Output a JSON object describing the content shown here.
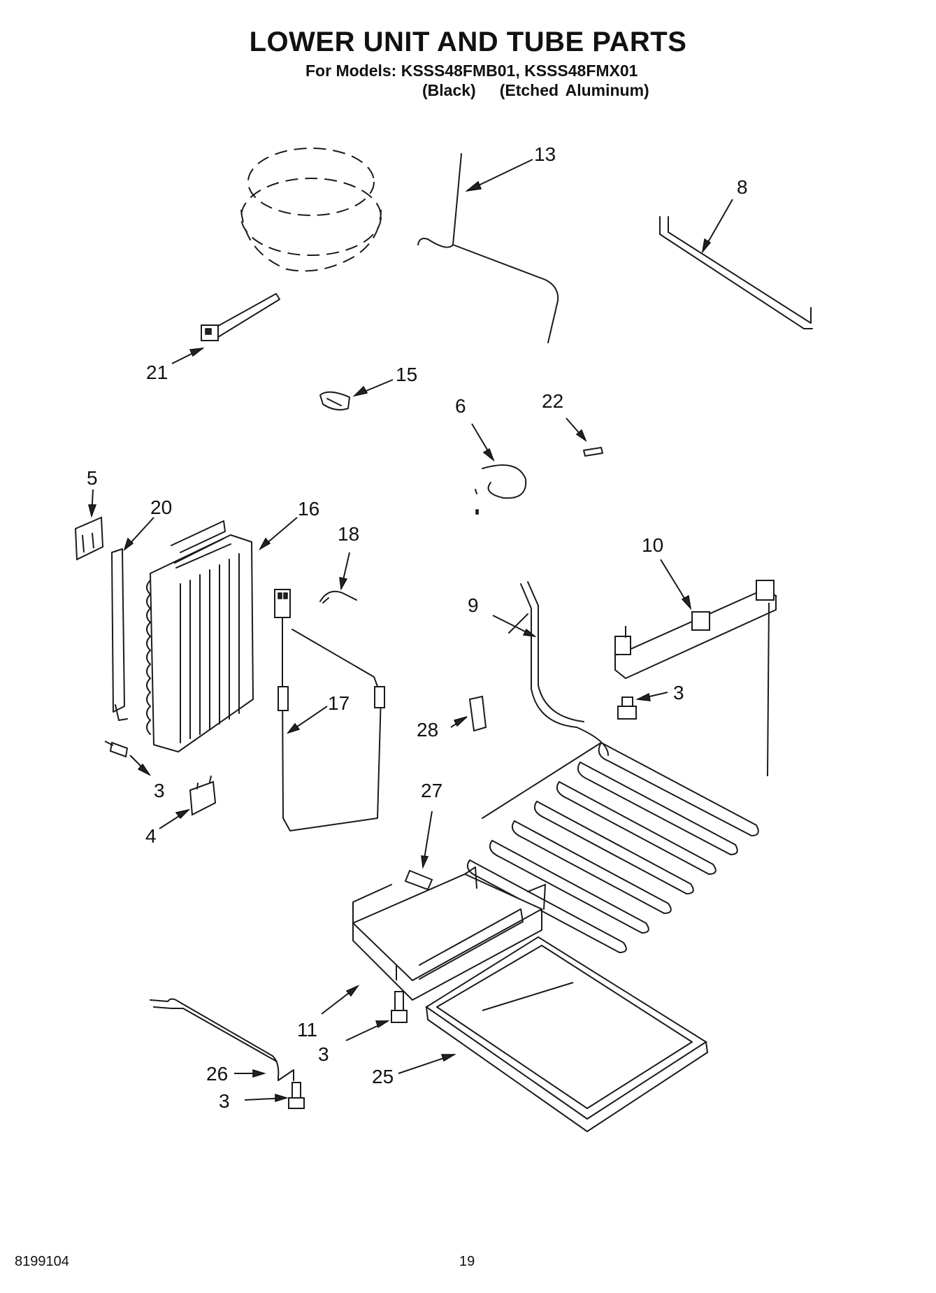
{
  "header": {
    "title": "LOWER UNIT AND TUBE PARTS",
    "models_line": "For Models: KSSS48FMB01, KSSS48FMX01",
    "variant_black": "(Black)",
    "variant_aluminum": "(Etched Aluminum)"
  },
  "callouts": {
    "c13": "13",
    "c8": "8",
    "c21": "21",
    "c15": "15",
    "c6": "6",
    "c22": "22",
    "c5": "5",
    "c20": "20",
    "c16": "16",
    "c18": "18",
    "c10": "10",
    "c9": "9",
    "c3a": "3",
    "c17": "17",
    "c28": "28",
    "c3b": "3",
    "c27": "27",
    "c4": "4",
    "c11": "11",
    "c3c": "3",
    "c26": "26",
    "c25": "25",
    "c3d": "3"
  },
  "footer": {
    "doc_number": "8199104",
    "page_number": "19"
  }
}
